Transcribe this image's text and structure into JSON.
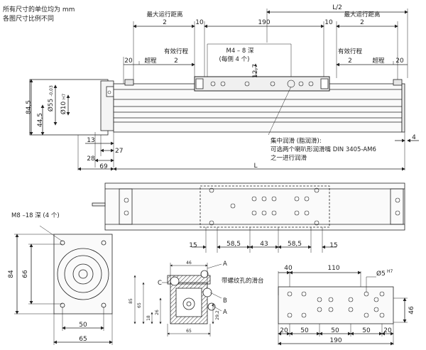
{
  "notes": {
    "units_line": "所有尺寸的单位均为 mm",
    "scale_line": "各图尺寸比例不同"
  },
  "top_view": {
    "half_length": "L/2",
    "max_travel_left_label": "最大运行距离",
    "max_travel_left_val": "2",
    "max_travel_right_label": "最大运行距离",
    "max_travel_right_val": "2",
    "gap_left": "10",
    "carriage_len": "190",
    "gap_right": "10",
    "overtravel_left_label": "超程",
    "overtravel_left_val": "20",
    "eff_travel_left_label": "有效行程",
    "eff_travel_left_val": "2",
    "thread_label": "M4 – 8 深",
    "thread_note": "(每侧 4 个)",
    "eff_travel_right_label": "有效行程",
    "eff_travel_right_val": "2",
    "overtravel_right_label": "超程",
    "overtravel_right_val": "20",
    "height_12_7": "12,7",
    "dim_84_5": "84,5",
    "dim_44_5": "44,5",
    "dia_55": "Ø55",
    "dia_55_tol": "-0,03",
    "dia_10": "Ø10",
    "dia_10_tol": "H7",
    "dim_13": "13",
    "dim_27": "27",
    "dim_28": "28",
    "dim_69": "69",
    "total_L": "L",
    "dim_4": "4",
    "lube_line1": "集中润滑 (脂润滑):",
    "lube_line2": "可选两个喇叭形润滑嘴 DIN 3405-AM6",
    "lube_line3": "之一进行润滑"
  },
  "plan_view": {
    "dims": [
      "15",
      "58,5",
      "43",
      "58,5",
      "15"
    ]
  },
  "end_view": {
    "label": "M8 –18 深 (4 个)",
    "dim_84": "84",
    "dim_66": "66",
    "dim_50": "50",
    "dim_65": "65"
  },
  "section_view": {
    "dim_46": "46",
    "label_a_top": "A",
    "label_c": "C",
    "label_b": "B",
    "label_a_bottom": "A",
    "threaded_note": "带螺纹孔的滑台",
    "dim_85": "85",
    "dim_65v": "65",
    "dim_18": "18",
    "dim_26": "26",
    "dim_29_2": "29,2",
    "dim_65h": "65"
  },
  "table_view": {
    "dim_40": "40",
    "dim_110": "110",
    "dia_5": "Ø5",
    "dia_5_tol": "H7",
    "dim_46": "46",
    "bottom_dims": [
      "20",
      "50",
      "50",
      "50",
      "20"
    ],
    "dim_190": "190"
  }
}
